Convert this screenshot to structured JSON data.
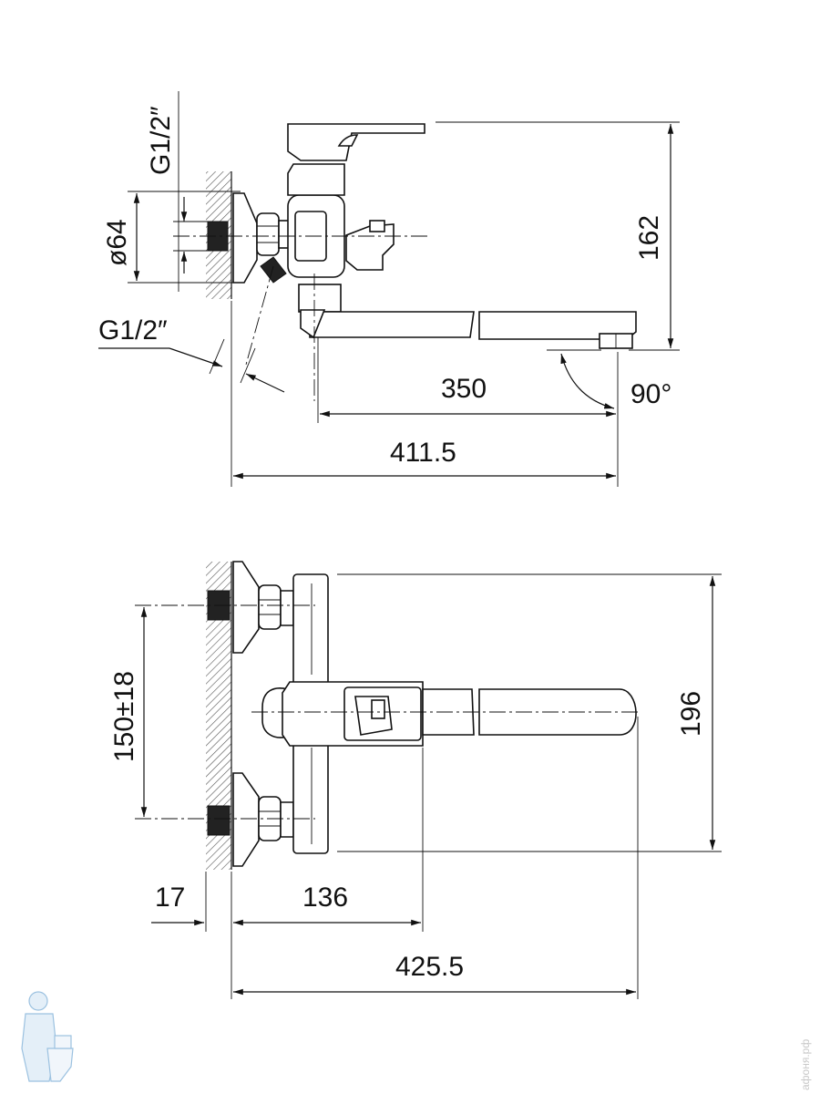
{
  "top_view": {
    "thread_top": "G1/2″",
    "diameter": "ø64",
    "thread_bottom": "G1/2″",
    "height": "162",
    "spout_length": "350",
    "angle": "90°",
    "overall_length": "411.5"
  },
  "front_view": {
    "center_distance": "150±18",
    "height": "196",
    "wall_offset": "17",
    "body_depth": "136",
    "overall_length": "425.5"
  },
  "watermark": "афоня.рф",
  "colors": {
    "line": "#111111",
    "hatch": "#555555",
    "logo": "#4a90c8"
  }
}
